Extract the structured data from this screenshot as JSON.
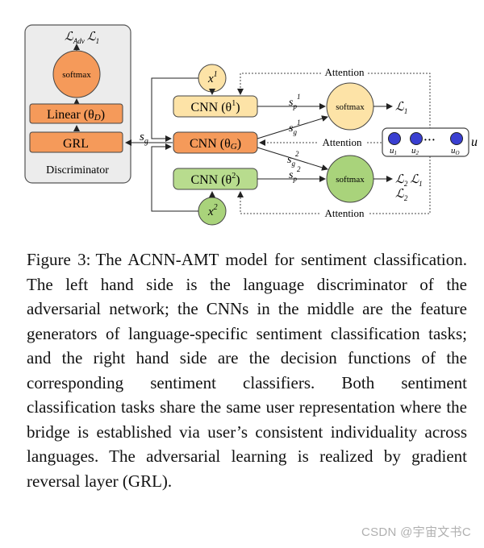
{
  "figure": {
    "discriminator": {
      "loss_top": "ℒ",
      "loss_top_sub": "Adv",
      "loss_top_extra": "ℒ",
      "loss_top_extra_sub": "1",
      "softmax": "softmax",
      "linear": "Linear (θ",
      "linear_sub": "D",
      "linear_close": ")",
      "grl": "GRL",
      "label": "Discriminator"
    },
    "sg_label": "s",
    "sg_sub": "g",
    "x1": "x",
    "x1_sup": "1",
    "x2": "x",
    "x2_sup": "2",
    "cnn1": "CNN (θ",
    "cnn1_sup": "1",
    "cnn1_close": ")",
    "cnnG": "CNN (θ",
    "cnnG_sub": "G",
    "cnnG_close": ")",
    "cnn2": "CNN (θ",
    "cnn2_sup": "2",
    "cnn2_close": ")",
    "sp1": "s",
    "sp1_sub": "p",
    "sp1_sup": "1",
    "sg1": "s",
    "sg1_sub": "g",
    "sg1_sup": "1",
    "sg2": "s",
    "sg2_sub": "g",
    "sg2_sup": "2",
    "sp2": "s",
    "sp2_sub": "p",
    "sp2_sup": "2",
    "softmax1": "softmax",
    "softmax2": "softmax",
    "loss1": "ℒ",
    "loss1_sub": "1",
    "loss2": "ℒ",
    "loss2_sub": "2",
    "loss2_extra": "ℒ",
    "loss2_extra_sub": "1",
    "loss2b": "ℒ",
    "loss2b_sub": "2",
    "attention_top": "Attention",
    "attention_mid": "Attention",
    "attention_bottom": "Attention",
    "user": {
      "u1": "u",
      "u1_sub": "1",
      "u2": "u",
      "u2_sub": "2",
      "uo": "u",
      "uo_sub": "O",
      "dots": "• • •",
      "u_label": "u"
    },
    "colors": {
      "orange": "#f59a5a",
      "yellow": "#fde3a7",
      "green": "#b8dc8e",
      "green_circle": "#a9d37b",
      "blue_node": "#3a3fd1",
      "disc_bg": "#ececec"
    }
  },
  "caption": {
    "label": "Figure 3:",
    "text": "The ACNN-AMT model for sentiment classification. The left hand side is the language discriminator of the adversarial network; the CNNs in the middle are the feature generators of language-specific sentiment classification tasks; and the right hand side are the decision functions of the corresponding sentiment classifiers.  Both sentiment classification tasks share the same user representation where the bridge is established via user’s consistent individuality across languages. The adversarial learning is realized by gradient reversal layer (GRL)."
  },
  "watermark": "CSDN @宇宙文书C"
}
